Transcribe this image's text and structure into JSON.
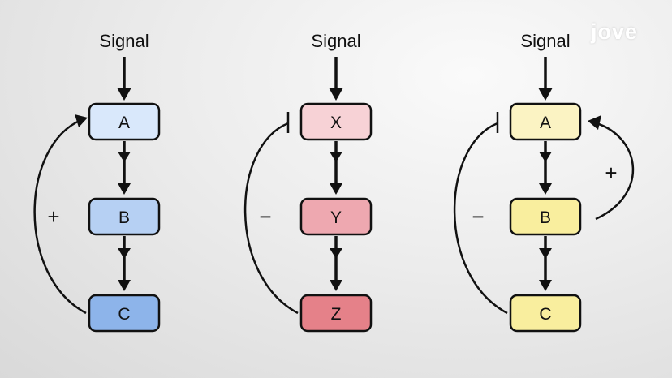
{
  "logo": "jove",
  "colors": {
    "stroke": "#111111",
    "blue_light": "#d9e8fb",
    "blue_mid": "#b6d0f3",
    "blue_dark": "#8db4ea",
    "pink_light": "#f7d2d6",
    "pink_mid": "#eea8b0",
    "pink_dark": "#e58189",
    "yellow_light": "#fbf3c3",
    "yellow_mid": "#f9ee9e",
    "yellow_dark": "#f9ee9e"
  },
  "diagrams": [
    {
      "signal": "Signal",
      "nodes": [
        {
          "label": "A",
          "color": "#d9e8fb"
        },
        {
          "label": "B",
          "color": "#b6d0f3"
        },
        {
          "label": "C",
          "color": "#8db4ea"
        }
      ],
      "feedback_sign": "+"
    },
    {
      "signal": "Signal",
      "nodes": [
        {
          "label": "X",
          "color": "#f7d2d6"
        },
        {
          "label": "Y",
          "color": "#eea8b0"
        },
        {
          "label": "Z",
          "color": "#e58189"
        }
      ],
      "feedback_sign": "−"
    },
    {
      "signal": "Signal",
      "nodes": [
        {
          "label": "A",
          "color": "#fbf3c3"
        },
        {
          "label": "B",
          "color": "#f9ee9e"
        },
        {
          "label": "C",
          "color": "#f9ee9e"
        }
      ],
      "feedback_sign": "−",
      "positive_sign": "+"
    }
  ]
}
